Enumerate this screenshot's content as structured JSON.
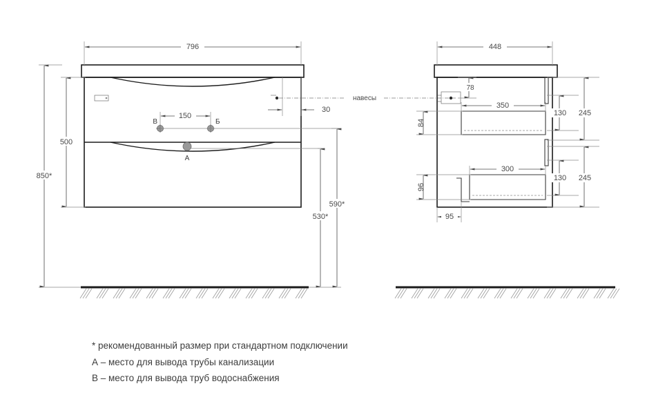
{
  "document": {
    "type": "technical-drawing",
    "subject": "Wall-hung bathroom vanity cabinet with washbasin",
    "units": "mm",
    "background_color": "#ffffff",
    "line_color": "#1b1b1b",
    "dim_color": "#4a4a4a"
  },
  "front_view": {
    "name": "front-elevation",
    "dimensions": {
      "width_top": "796",
      "cabinet_height": "500",
      "total_height": "850*",
      "bracket_offset": "30",
      "tap_spacing": "150",
      "drain_height": "530*",
      "water_height": "590*"
    },
    "markers": {
      "drain_label": "A",
      "water_left_label": "В",
      "water_right_label": "Б"
    }
  },
  "side_view": {
    "name": "side-section",
    "dimensions": {
      "depth": "448",
      "hanger_drop": "78",
      "top_drawer_depth": "350",
      "bottom_drawer_depth": "300",
      "top_drawer_front": "84",
      "bottom_drawer_front": "96",
      "drawer_inner_height_top": "130",
      "drawer_inner_height_bottom": "130",
      "drawer_section_top": "245",
      "drawer_section_bottom": "245",
      "plinth_offset": "95"
    }
  },
  "callouts": {
    "hanger": "навесы"
  },
  "legend": {
    "lines": [
      "* рекомендованный размер при стандартном подключении",
      "А – место для вывода трубы канализации",
      "В – место для вывода труб водоснабжения"
    ]
  }
}
